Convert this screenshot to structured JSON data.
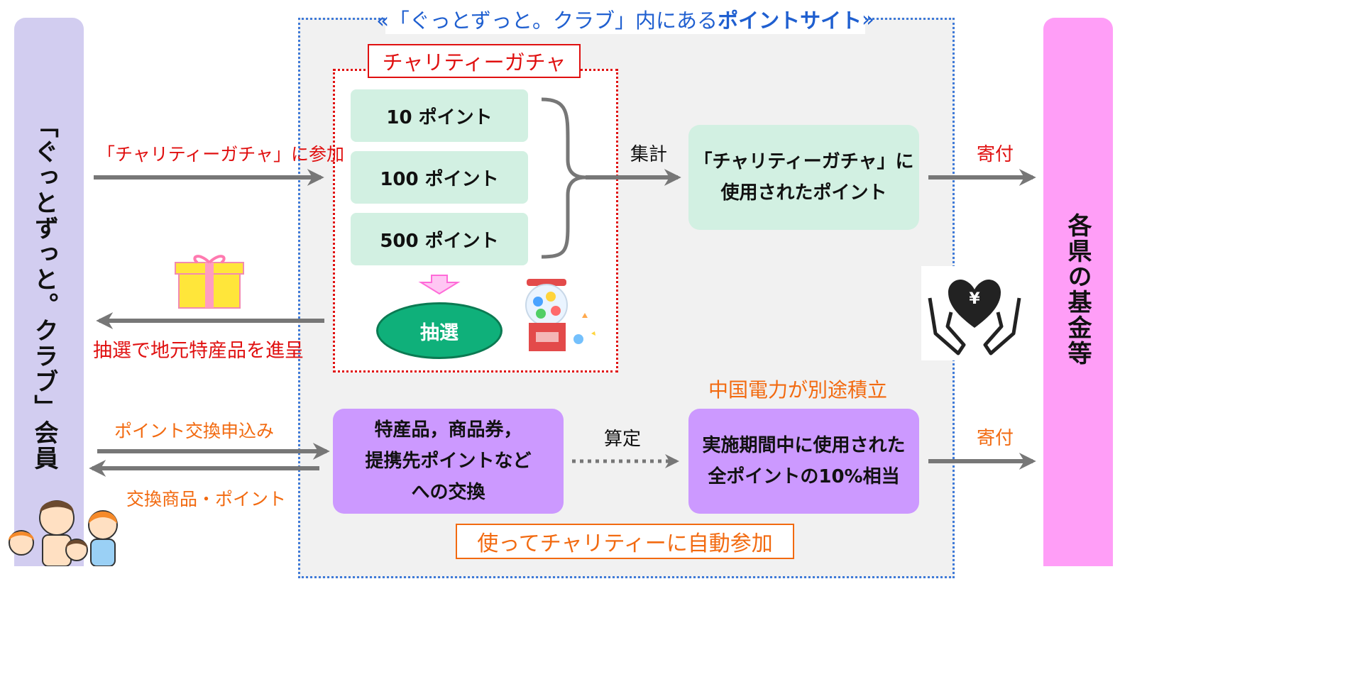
{
  "left_panel": {
    "label": "「ぐっとずっと。クラブ」会員"
  },
  "right_panel": {
    "label": "各県の基金等"
  },
  "site": {
    "title_pre": "«「ぐっとずっと。クラブ」内にある",
    "title_bold": "ポイントサイト",
    "title_post": " »"
  },
  "gacha": {
    "title": "チャリティーガチャ",
    "options": [
      "10 ポイント",
      "100 ポイント",
      "500 ポイント"
    ],
    "lottery": "抽選"
  },
  "flows": {
    "join": "「チャリティーガチャ」に参加",
    "prize": "抽選で地元特産品を進呈",
    "aggregate": "集計",
    "donate_top": "寄付",
    "exchange_apply": "ポイント交換申込み",
    "exchange_return": "交換商品・ポイント",
    "calculate": "算定",
    "donate_bottom": "寄付",
    "chugoku_reserve": "中国電力が別途積立"
  },
  "used_points_box": {
    "lines": [
      "「チャリティーガチャ」に",
      "使用されたポイント"
    ]
  },
  "exchange_box": {
    "lines": [
      "特産品，商品券，",
      "提携先ポイントなど",
      "への交換"
    ]
  },
  "ten_percent_box": {
    "lines": [
      "実施期間中に使用された",
      "全ポイントの10%相当"
    ]
  },
  "auto_join": "使ってチャリティーに自動参加",
  "colors": {
    "site_border": "#3f7ad8",
    "gacha_border": "#e01010",
    "accent_orange": "#f26a10",
    "green": "#d2f0e2",
    "purple": "#cc99ff"
  },
  "icons": [
    "gift-box-icon",
    "gacha-machine-icon",
    "heart-yen-hands-icon",
    "family-icon",
    "pink-down-arrow-icon"
  ]
}
